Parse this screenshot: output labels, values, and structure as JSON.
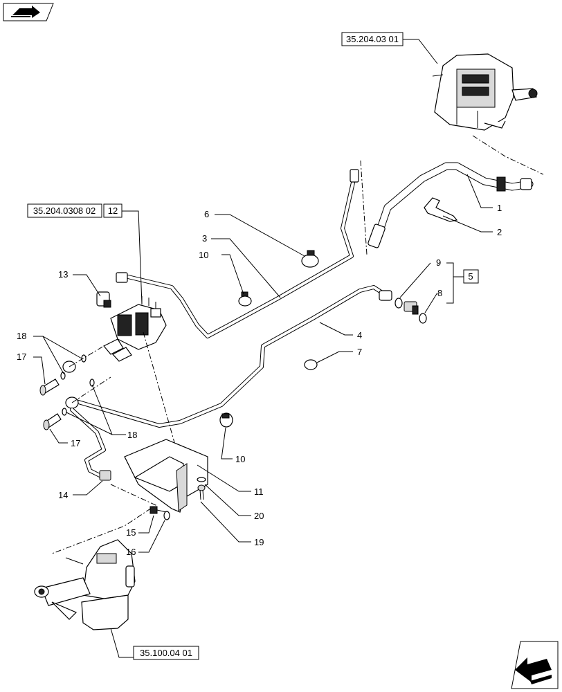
{
  "references": {
    "top_assembly": "35.204.03 01",
    "valve_group": "35.204.0308 02",
    "valve_group_item": "12",
    "bottom_assembly": "35.100.04 01",
    "fitting_kit_item": "5"
  },
  "callouts": {
    "c1": "1",
    "c2": "2",
    "c3": "3",
    "c4": "4",
    "c6": "6",
    "c7": "7",
    "c8": "8",
    "c9": "9",
    "c10a": "10",
    "c10b": "10",
    "c11": "11",
    "c13": "13",
    "c14": "14",
    "c15": "15",
    "c16": "16",
    "c17a": "17",
    "c17b": "17",
    "c18a": "18",
    "c18b": "18",
    "c19": "19",
    "c20": "20"
  },
  "icons": {
    "top_left": "book-arrow-icon",
    "bottom_right": "next-page-arrow-icon"
  }
}
